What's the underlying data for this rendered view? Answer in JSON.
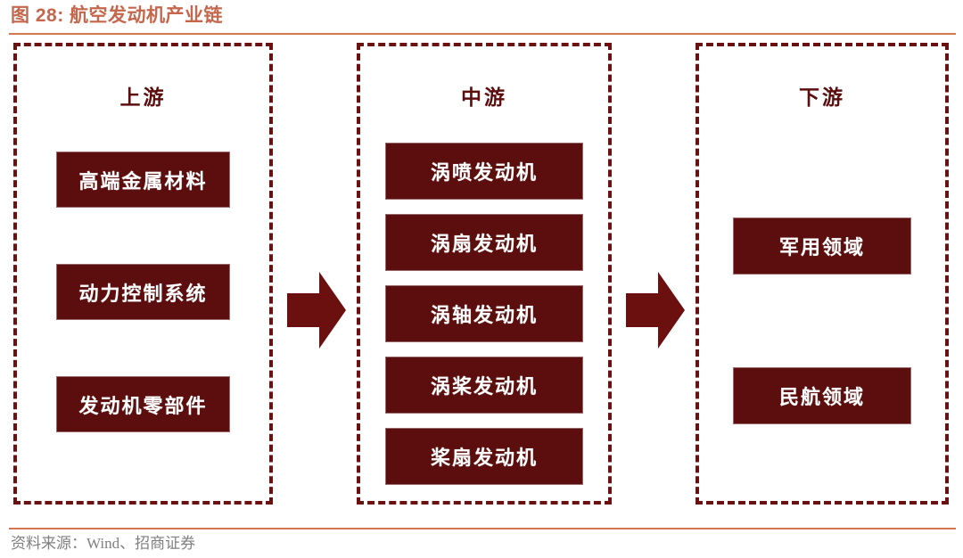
{
  "figure": {
    "number_label": "图 28:",
    "title": "航空发动机产业链",
    "title_full": "图 28: 航空发动机产业链",
    "source_note": "资料来源：Wind、招商证券",
    "accent_color": "#C4674C",
    "node_fill_color": "#5C0E0E",
    "node_text_color": "#FFFFFF",
    "dashed_border_color": "#6B1111",
    "rule_color": "#D4764F",
    "source_text_color": "#808080"
  },
  "diagram": {
    "type": "value-chain",
    "stages": [
      {
        "key": "upstream",
        "title": "上游",
        "nodes": [
          {
            "label": "高端金属材料"
          },
          {
            "label": "动力控制系统"
          },
          {
            "label": "发动机零部件"
          }
        ]
      },
      {
        "key": "midstream",
        "title": "中游",
        "nodes": [
          {
            "label": "涡喷发动机"
          },
          {
            "label": "涡扇发动机"
          },
          {
            "label": "涡轴发动机"
          },
          {
            "label": "涡桨发动机"
          },
          {
            "label": "桨扇发动机"
          }
        ]
      },
      {
        "key": "downstream",
        "title": "下游",
        "nodes": [
          {
            "label": "军用领域"
          },
          {
            "label": "民航领域"
          }
        ]
      }
    ],
    "connectors": [
      {
        "key": "arrow-upstream-to-midstream",
        "direction": "right"
      },
      {
        "key": "arrow-midstream-to-downstream",
        "direction": "right"
      }
    ]
  }
}
